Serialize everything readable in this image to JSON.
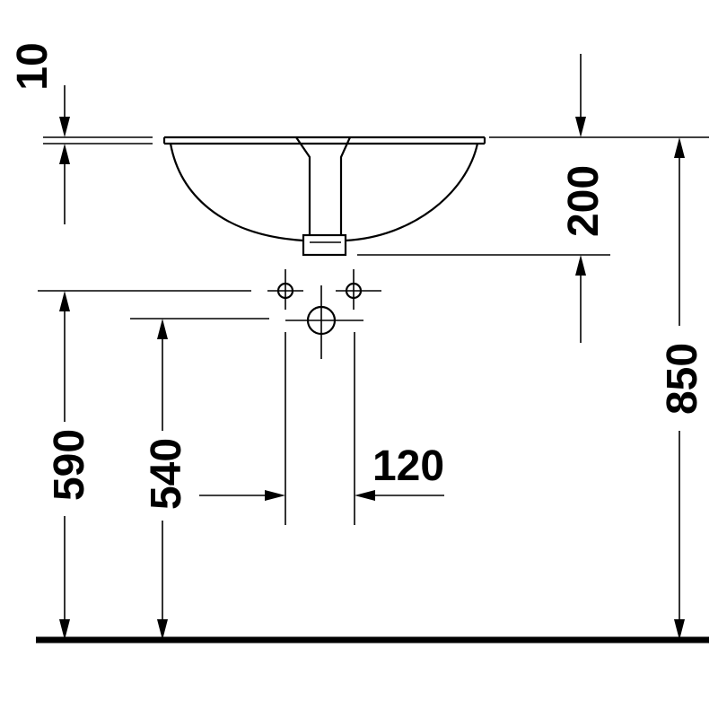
{
  "dimensions": {
    "rim_thickness": "10",
    "bowl_depth": "200",
    "counter_height": "850",
    "supply_height": "590",
    "drain_height": "540",
    "drain_width": "120"
  },
  "colors": {
    "line": "#000000",
    "background": "#ffffff"
  }
}
